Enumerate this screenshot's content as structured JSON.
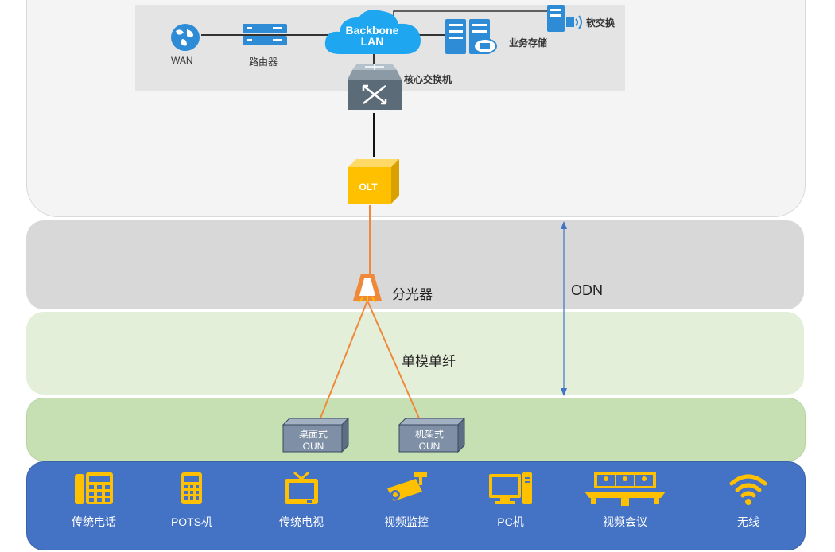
{
  "core": {
    "wan_label": "WAN",
    "router_label": "路由器",
    "backbone_line1": "Backbone",
    "backbone_line2": "LAN",
    "storage_label": "业务存储",
    "softswitch_label": "软交换",
    "core_switch_label": "核心交换机",
    "olt_label": "OLT"
  },
  "odn": {
    "splitter_label": "分光器",
    "fiber_label": "单模单纤",
    "odn_label": "ODN"
  },
  "onu": {
    "desktop_line1": "桌面式",
    "desktop_line2": "OUN",
    "rack_line1": "机架式",
    "rack_line2": "OUN"
  },
  "terminals": [
    {
      "label": "传统电话",
      "icon": "desk-phone-icon"
    },
    {
      "label": "POTS机",
      "icon": "pots-phone-icon"
    },
    {
      "label": "传统电视",
      "icon": "tv-icon"
    },
    {
      "label": "视频监控",
      "icon": "cctv-camera-icon"
    },
    {
      "label": "PC机",
      "icon": "pc-icon"
    },
    {
      "label": "视频会议",
      "icon": "video-conference-icon"
    },
    {
      "label": "无线",
      "icon": "wifi-icon"
    }
  ],
  "colors": {
    "core_band": "#f4f4f4",
    "odn_band": "#d8d8d8",
    "fiber_band": "#e3efd9",
    "onu_band": "#c6e0b4",
    "terminal_band": "#4472c4",
    "olt": "#ffc000",
    "fiber_line": "#f0883a",
    "odn_arrow": "#4472c4",
    "cloud": "#1ea7f0",
    "icon_blue": "#2e8bd6",
    "terminal_icon": "#ffc000"
  }
}
